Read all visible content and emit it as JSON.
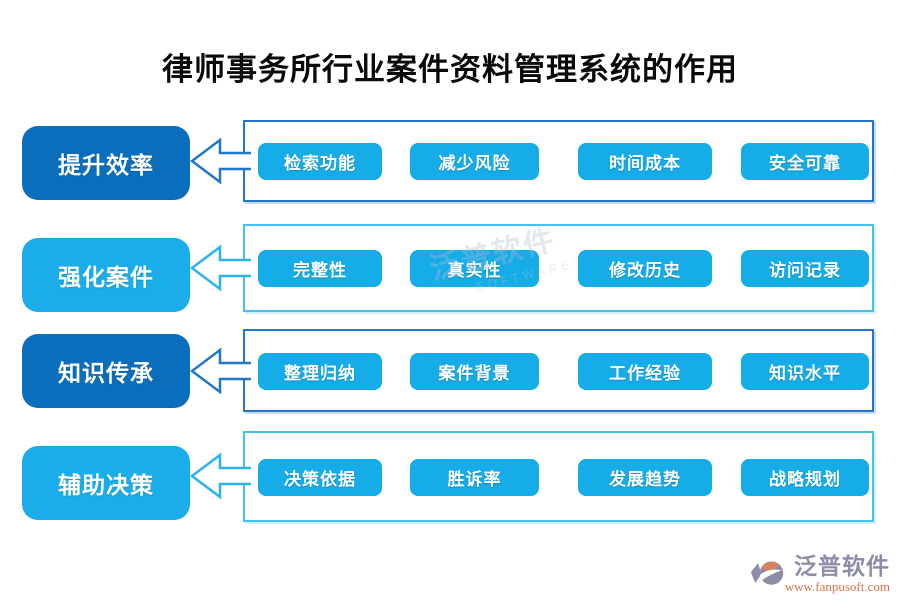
{
  "title": "律师事务所行业案件资料管理系统的作用",
  "colors": {
    "dark_blue": "#0a6ebd",
    "light_blue": "#1badea",
    "chip_blue": "#15ace8",
    "border_dark": "#2277c8",
    "border_light": "#45c2f0"
  },
  "rows": [
    {
      "label": "提升效率",
      "theme": "dark",
      "items": [
        "检索功能",
        "减少风险",
        "时间成本",
        "安全可靠"
      ]
    },
    {
      "label": "强化案件",
      "theme": "light",
      "items": [
        "完整性",
        "真实性",
        "修改历史",
        "访问记录"
      ]
    },
    {
      "label": "知识传承",
      "theme": "dark",
      "items": [
        "整理归纳",
        "案件背景",
        "工作经验",
        "知识水平"
      ]
    },
    {
      "label": "辅助决策",
      "theme": "light",
      "items": [
        "决策依据",
        "胜诉率",
        "发展趋势",
        "战略规划"
      ]
    }
  ],
  "watermark": {
    "text": "泛普软件",
    "subtext": "SOFTWARE"
  },
  "footer_logo": {
    "name": "泛普软件",
    "url": "www.fanpusoft.com"
  }
}
